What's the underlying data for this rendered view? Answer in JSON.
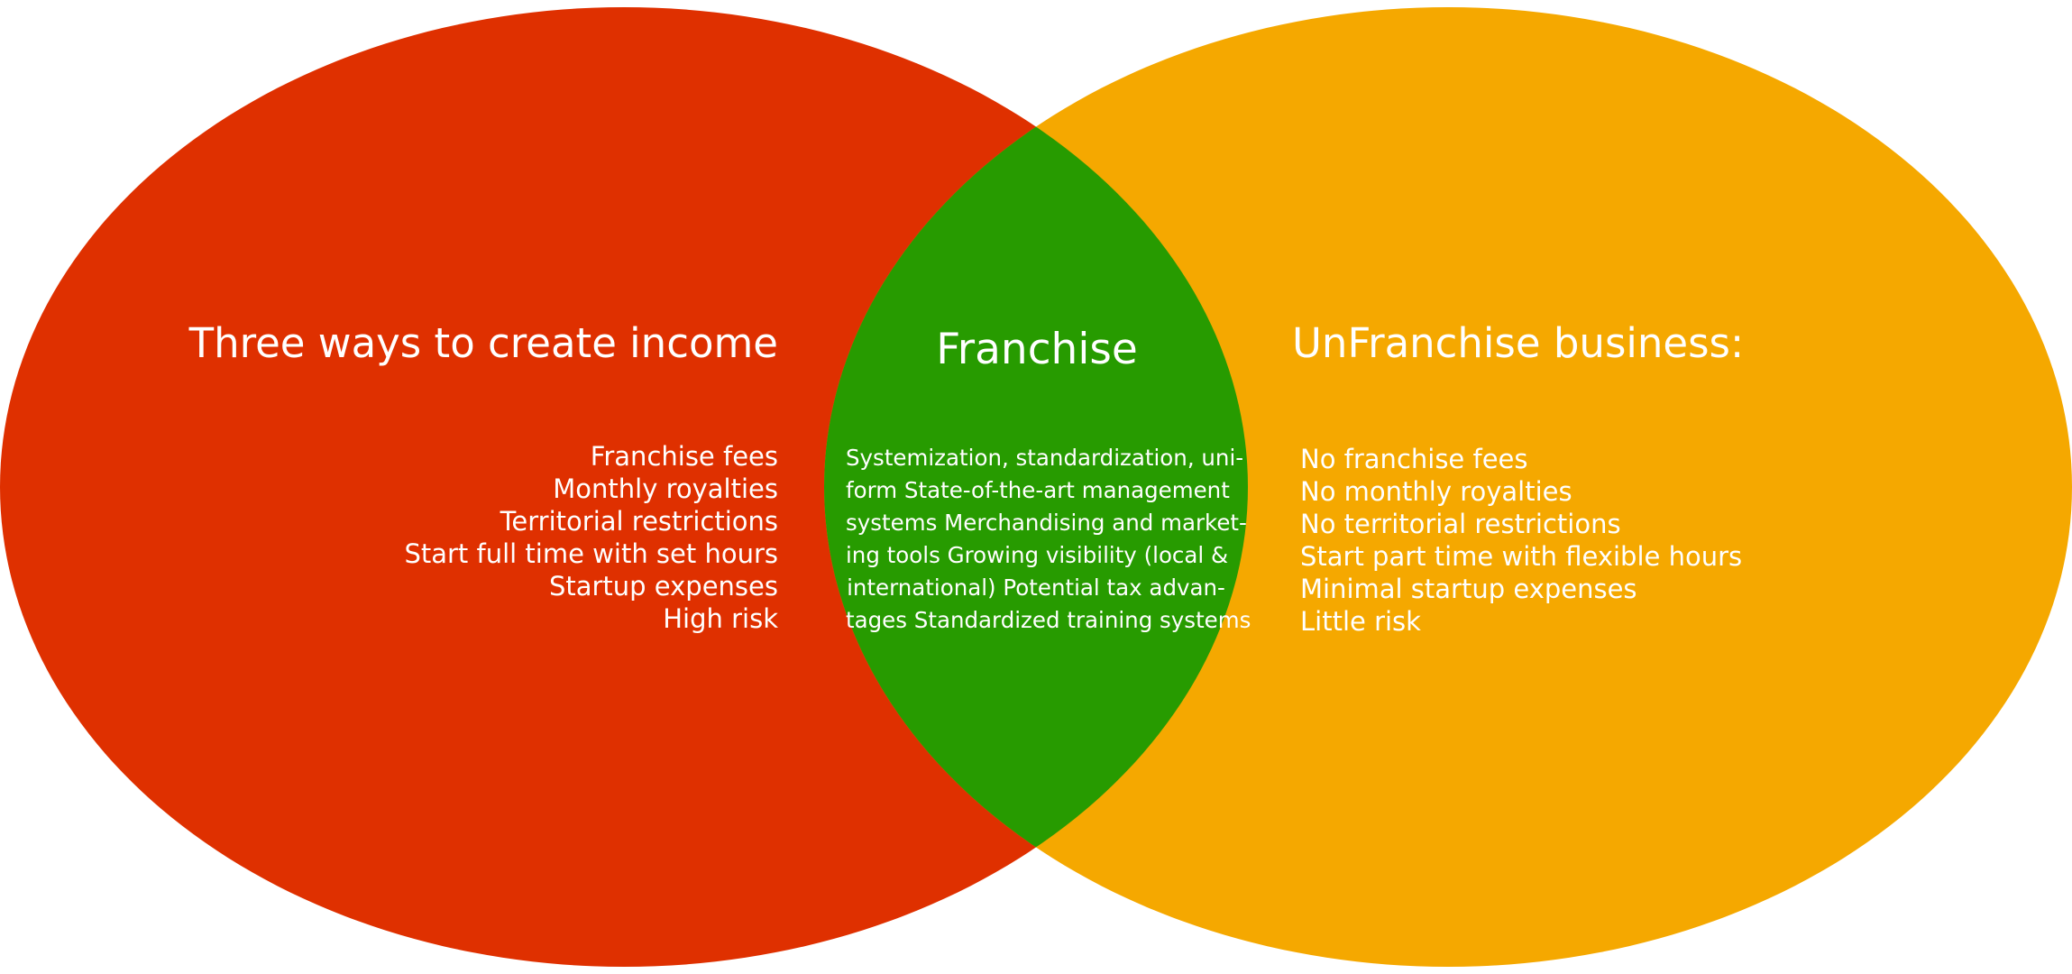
{
  "colors": {
    "left_circle": "#df3000",
    "right_circle": "#f5a800",
    "overlap": "#279b00",
    "text": "#ffffff"
  },
  "left": {
    "title": "Three ways to create income",
    "items": [
      "Franchise fees",
      "Monthly royalties",
      "Territorial restrictions",
      "Start full time with set hours",
      "Startup expenses",
      "High risk"
    ]
  },
  "center": {
    "title": "Franchise",
    "lines": [
      "Systemization, standardization, uni-",
      "form State-of-the-art management",
      "systems Merchandising and market-",
      "ing tools Growing visibility (local &",
      "international) Potential tax advan-",
      "tages Standardized training systems"
    ]
  },
  "right": {
    "title": "UnFranchise business:",
    "items": [
      "No franchise fees",
      "No monthly royalties",
      "No territorial restrictions",
      "Start part time with flexible hours",
      "Minimal startup expenses",
      "Little risk"
    ]
  }
}
